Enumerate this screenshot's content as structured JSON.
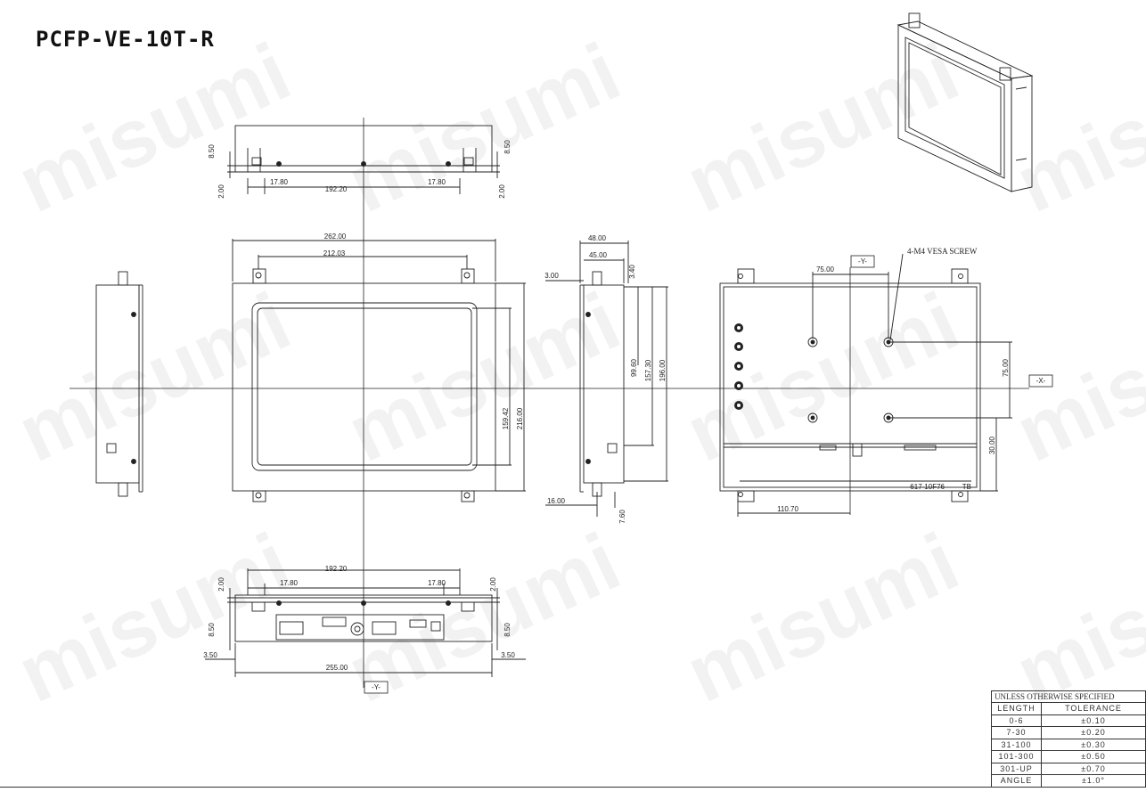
{
  "title": "PCFP-VE-10T-R",
  "watermark": "misumi",
  "axes": {
    "x": "-X-",
    "y": "-Y-"
  },
  "labels": {
    "vesa_screw": "4-M4 VESA SCREW",
    "part_mark": "617-10F76",
    "tb": "TB"
  },
  "dims": {
    "top_h_left": "8.50",
    "top_h_right": "8.50",
    "top_lip_left": "2.00",
    "top_lip_right": "2.00",
    "top_side_left": "17.80",
    "top_span": "192.20",
    "top_side_right": "17.80",
    "front_width": "262.00",
    "front_hole_span": "212.03",
    "front_opening_h": "159.42",
    "front_height": "216.00",
    "side_depth": "48.00",
    "side_depth_inner": "45.00",
    "side_flange": "3.00",
    "side_top_offset": "3.40",
    "side_dim_a": "99.60",
    "side_dim_b": "157.30",
    "side_dim_c": "196.00",
    "side_bottom_lip": "16.00",
    "side_bottom_h": "7.60",
    "rear_vesa_h": "75.00",
    "rear_vesa_v": "75.00",
    "rear_vesa_bottom": "30.00",
    "rear_vesa_x": "110.70",
    "bottom_span": "192.20",
    "bottom_side_left": "17.80",
    "bottom_side_right": "17.80",
    "bottom_lip_left": "2.00",
    "bottom_lip_right": "2.00",
    "bottom_h_left": "8.50",
    "bottom_h_right": "8.50",
    "bottom_edge_left": "3.50",
    "bottom_edge_right": "3.50",
    "bottom_width": "255.00"
  },
  "tolerance": {
    "header": "UNLESS OTHERWISE SPECIFIED",
    "col_length": "LENGTH",
    "col_tolerance": "TOLERANCE",
    "rows": [
      {
        "length": "0-6",
        "tolerance": "±0.10"
      },
      {
        "length": "7-30",
        "tolerance": "±0.20"
      },
      {
        "length": "31-100",
        "tolerance": "±0.30"
      },
      {
        "length": "101-300",
        "tolerance": "±0.50"
      },
      {
        "length": "301-UP",
        "tolerance": "±0.70"
      },
      {
        "length": "ANGLE",
        "tolerance": "±1.0°"
      }
    ]
  }
}
